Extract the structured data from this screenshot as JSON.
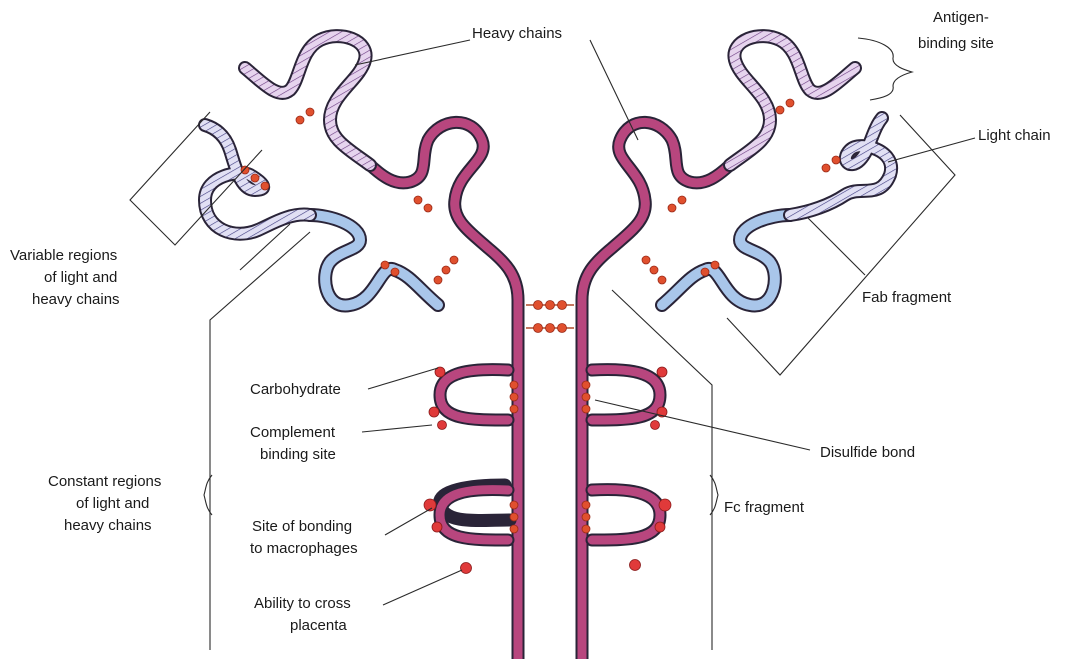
{
  "labels": {
    "heavy_chains": "Heavy chains",
    "antigen_binding_1": "Antigen-",
    "antigen_binding_2": "binding site",
    "light_chain": "Light chain",
    "variable_1": "Variable regions",
    "variable_2": "of light and",
    "variable_3": "heavy chains",
    "fab_fragment": "Fab fragment",
    "carbohydrate": "Carbohydrate",
    "complement_1": "Complement",
    "complement_2": "binding site",
    "disulfide_bond": "Disulfide bond",
    "constant_1": "Constant regions",
    "constant_2": "of light and",
    "constant_3": "heavy chains",
    "fc_fragment": "Fc fragment",
    "macrophage_1": "Site of bonding",
    "macrophage_2": "to macrophages",
    "placenta_1": "Ability to cross",
    "placenta_2": "placenta"
  },
  "colors": {
    "heavy_constant": "#b8467e",
    "heavy_variable": "#c79ad1",
    "light_constant": "#a9c6ea",
    "light_variable": "#a9a2d8",
    "outline": "#2a2438",
    "disulfide": "#e0502e",
    "carbohydrate": "#e03a3a"
  }
}
